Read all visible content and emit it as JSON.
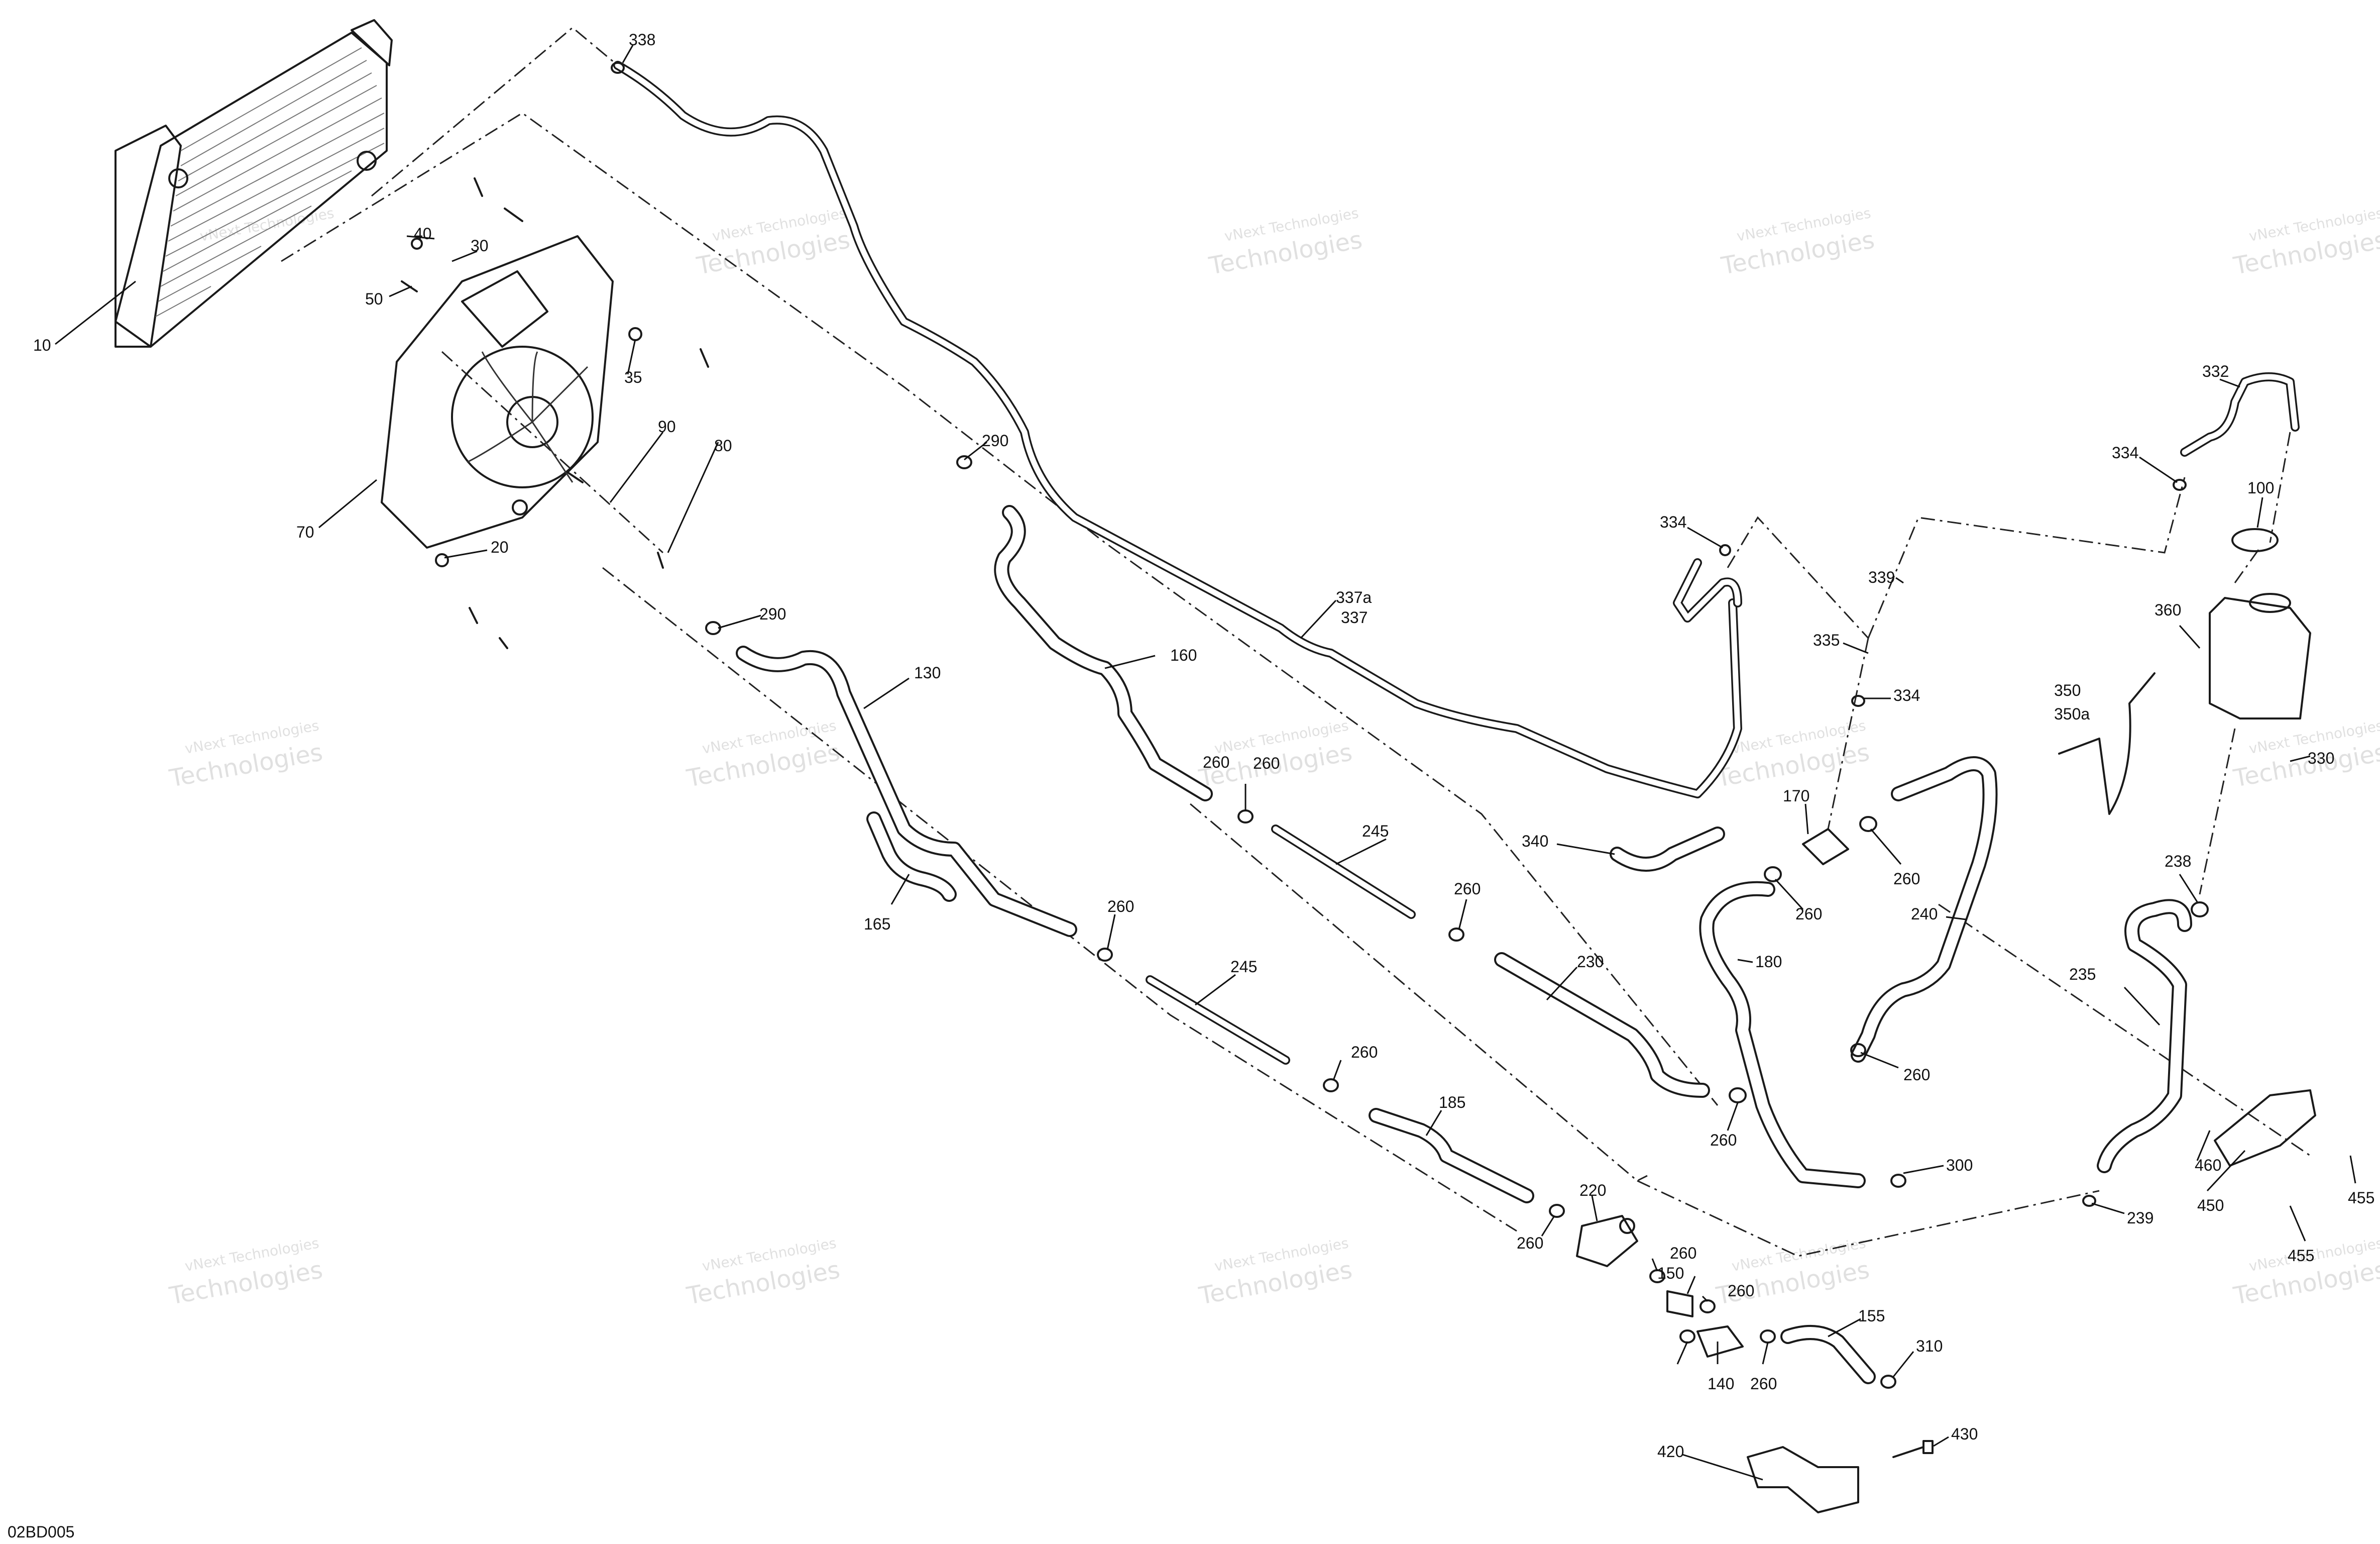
{
  "diagram_code": "02BD005",
  "watermark": {
    "line1": "vNext Technologies",
    "line2a": "vNext",
    "line2b": "Technologies"
  },
  "callouts": [
    {
      "id": "c338",
      "label": "338"
    },
    {
      "id": "c40",
      "label": "40"
    },
    {
      "id": "c30",
      "label": "30"
    },
    {
      "id": "c50",
      "label": "50"
    },
    {
      "id": "c10",
      "label": "10"
    },
    {
      "id": "c35",
      "label": "35"
    },
    {
      "id": "c90",
      "label": "90"
    },
    {
      "id": "c80",
      "label": "80"
    },
    {
      "id": "c70",
      "label": "70"
    },
    {
      "id": "c20",
      "label": "20"
    },
    {
      "id": "c290a",
      "label": "290"
    },
    {
      "id": "c290b",
      "label": "290"
    },
    {
      "id": "c130",
      "label": "130"
    },
    {
      "id": "c160",
      "label": "160"
    },
    {
      "id": "c337",
      "label": "337a"
    },
    {
      "id": "c337b",
      "label": "337"
    },
    {
      "id": "c165",
      "label": "165"
    },
    {
      "id": "c260a",
      "label": "260"
    },
    {
      "id": "c245a",
      "label": "245"
    },
    {
      "id": "c260b",
      "label": "260"
    },
    {
      "id": "c245b",
      "label": "245"
    },
    {
      "id": "c260c",
      "label": "260"
    },
    {
      "id": "c230",
      "label": "230"
    },
    {
      "id": "c260d",
      "label": "260"
    },
    {
      "id": "c185",
      "label": "185"
    },
    {
      "id": "c260e",
      "label": "260"
    },
    {
      "id": "c220",
      "label": "220"
    },
    {
      "id": "c260f",
      "label": "260"
    },
    {
      "id": "c150",
      "label": "150"
    },
    {
      "id": "c260g",
      "label": "260"
    },
    {
      "id": "c155",
      "label": "155"
    },
    {
      "id": "c260h",
      "label": "260"
    },
    {
      "id": "c140",
      "label": "140"
    },
    {
      "id": "c260i",
      "label": "260"
    },
    {
      "id": "c310",
      "label": "310"
    },
    {
      "id": "c420",
      "label": "420"
    },
    {
      "id": "c430",
      "label": "430"
    },
    {
      "id": "c334a",
      "label": "334"
    },
    {
      "id": "c339",
      "label": "339"
    },
    {
      "id": "c335",
      "label": "335"
    },
    {
      "id": "c334b",
      "label": "334"
    },
    {
      "id": "c340",
      "label": "340"
    },
    {
      "id": "c170",
      "label": "170"
    },
    {
      "id": "c260j",
      "label": "260"
    },
    {
      "id": "c260k",
      "label": "260"
    },
    {
      "id": "c180",
      "label": "180"
    },
    {
      "id": "c240",
      "label": "240"
    },
    {
      "id": "c260l",
      "label": "260"
    },
    {
      "id": "c300",
      "label": "300"
    },
    {
      "id": "c332",
      "label": "332"
    },
    {
      "id": "c334c",
      "label": "334"
    },
    {
      "id": "c100",
      "label": "100"
    },
    {
      "id": "c360",
      "label": "360"
    },
    {
      "id": "c350",
      "label": "350"
    },
    {
      "id": "c350a",
      "label": "350a"
    },
    {
      "id": "c330",
      "label": "330"
    },
    {
      "id": "c238",
      "label": "238"
    },
    {
      "id": "c235",
      "label": "235"
    },
    {
      "id": "c460",
      "label": "460"
    },
    {
      "id": "c450",
      "label": "450"
    },
    {
      "id": "c455a",
      "label": "455"
    },
    {
      "id": "c455b",
      "label": "455"
    },
    {
      "id": "c239",
      "label": "239"
    },
    {
      "id": "c260m",
      "label": "260"
    }
  ]
}
